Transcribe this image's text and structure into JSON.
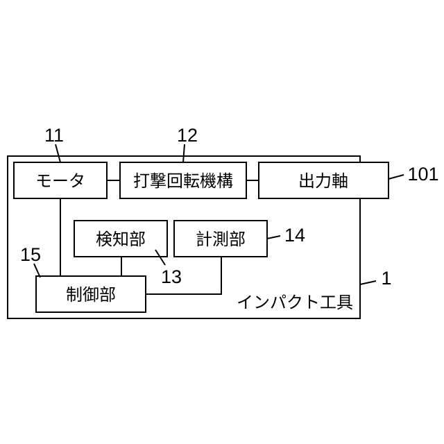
{
  "diagram": {
    "outer_label": "インパクト工具",
    "blocks": {
      "motor": "モータ",
      "impact_mechanism": "打撃回転機構",
      "output_shaft": "出力軸",
      "detector": "検知部",
      "measurer": "計測部",
      "controller": "制御部"
    },
    "refs": {
      "tool": "1",
      "motor": "11",
      "impact_mechanism": "12",
      "detector": "13",
      "measurer": "14",
      "controller": "15",
      "output_shaft": "101"
    }
  }
}
